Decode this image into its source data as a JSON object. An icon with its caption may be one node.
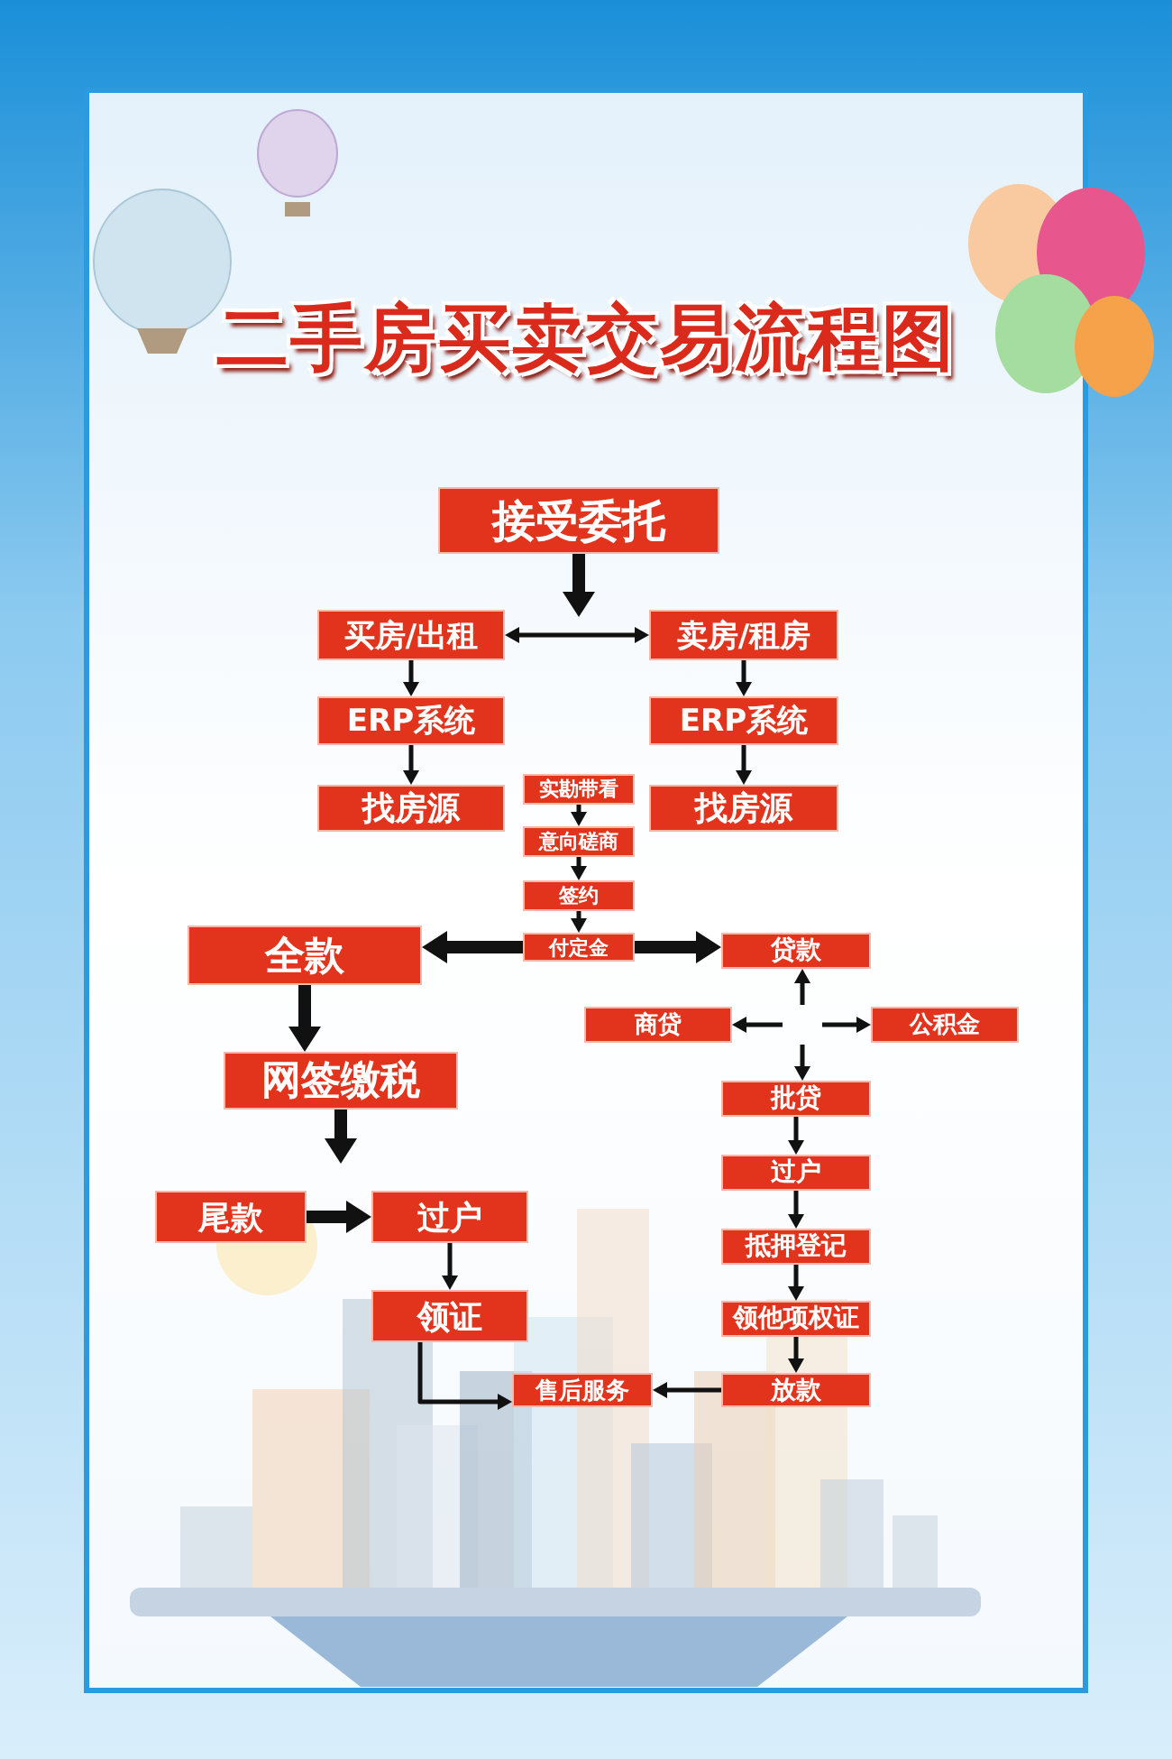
{
  "diagram": {
    "title": "二手房买卖交易流程图",
    "nodes": [
      {
        "text": [
          "接受委托"
        ]
      },
      {
        "text": [
          "买房/出租"
        ]
      },
      {
        "text": [
          "卖房/租房"
        ]
      },
      {
        "text": [
          "ERP系统"
        ]
      },
      {
        "text": [
          "ERP系统"
        ]
      },
      {
        "text": [
          "找房源"
        ]
      },
      {
        "text": [
          "找房源"
        ]
      },
      {
        "text": [
          "实勘带看"
        ]
      },
      {
        "text": [
          "意向磋商"
        ]
      },
      {
        "text": [
          "签约"
        ]
      },
      {
        "text": [
          "付定金"
        ]
      },
      {
        "text": [
          "全款"
        ]
      },
      {
        "text": [
          "贷款"
        ]
      },
      {
        "text": [
          "商贷"
        ]
      },
      {
        "text": [
          "公积金"
        ]
      },
      {
        "text": [
          "网签缴税"
        ]
      },
      {
        "text": [
          "批贷"
        ]
      },
      {
        "text": [
          "尾款"
        ]
      },
      {
        "text": [
          "过户"
        ]
      },
      {
        "text": [
          "过户"
        ]
      },
      {
        "text": [
          "抵押登记"
        ]
      },
      {
        "text": [
          "领证"
        ]
      },
      {
        "text": [
          "领他项权证"
        ]
      },
      {
        "text": [
          "售后服务"
        ]
      },
      {
        "text": [
          "放款"
        ]
      }
    ],
    "edges": [
      {
        "from": 0,
        "to": null,
        "arrow": "to",
        "style": "thick"
      },
      {
        "from": 1,
        "to": 2,
        "arrow": "both"
      },
      {
        "from": 1,
        "to": 3,
        "arrow": "to"
      },
      {
        "from": 3,
        "to": 5,
        "arrow": "to"
      },
      {
        "from": 2,
        "to": 4,
        "arrow": "to"
      },
      {
        "from": 4,
        "to": 6,
        "arrow": "to"
      },
      {
        "from": 7,
        "to": 8,
        "arrow": "to"
      },
      {
        "from": 8,
        "to": 9,
        "arrow": "to"
      },
      {
        "from": 9,
        "to": 10,
        "arrow": "to"
      },
      {
        "from": 10,
        "to": 11,
        "arrow": "to",
        "style": "thick"
      },
      {
        "from": 10,
        "to": 12,
        "arrow": "to",
        "style": "thick"
      },
      {
        "from": null,
        "to": 12,
        "arrow": "to"
      },
      {
        "from": null,
        "to": 13,
        "arrow": "to"
      },
      {
        "from": null,
        "to": 14,
        "arrow": "to"
      },
      {
        "from": null,
        "to": 16,
        "arrow": "to"
      },
      {
        "from": 11,
        "to": 15,
        "arrow": "to",
        "style": "thick"
      },
      {
        "from": 15,
        "to": null,
        "arrow": "to",
        "style": "thick"
      },
      {
        "from": 17,
        "to": 18,
        "arrow": "to",
        "style": "thick"
      },
      {
        "from": 18,
        "to": 21,
        "arrow": "to"
      },
      {
        "from": 21,
        "to": 23,
        "arrow": "to"
      },
      {
        "from": 24,
        "to": 23,
        "arrow": "to"
      },
      {
        "from": 16,
        "to": 19,
        "arrow": "to"
      },
      {
        "from": 19,
        "to": 20,
        "arrow": "to"
      },
      {
        "from": 20,
        "to": 22,
        "arrow": "to"
      },
      {
        "from": 22,
        "to": 24,
        "arrow": "to"
      }
    ]
  }
}
